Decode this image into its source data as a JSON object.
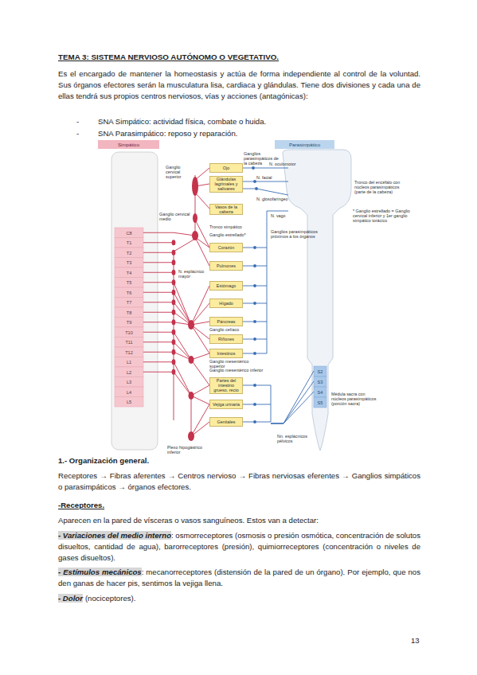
{
  "diagram": {
    "title": "TEMA 3: SISTEMA NERVIOSO AUTÓNOMO O VEGETATIVO.",
    "nodes": [
      {
        "text": [
          "Simpático"
        ]
      },
      {
        "text": [
          "Parasimpático"
        ]
      },
      {
        "text": [
          "Ojo"
        ]
      },
      {
        "text": [
          "Glándulas lagrimales y salivares"
        ]
      },
      {
        "text": [
          "Vasos de la cabeza"
        ]
      },
      {
        "text": [
          "Corazón"
        ]
      },
      {
        "text": [
          "Pulmones"
        ]
      },
      {
        "text": [
          "Estómago"
        ]
      },
      {
        "text": [
          "Hígado"
        ]
      },
      {
        "text": [
          "Páncreas"
        ]
      },
      {
        "text": [
          "Riñones"
        ]
      },
      {
        "text": [
          "Intestinos"
        ]
      },
      {
        "text": [
          "Partes del intestino grueso, recto"
        ]
      },
      {
        "text": [
          "Vejiga urinaria"
        ]
      },
      {
        "text": [
          "Genitales"
        ]
      }
    ],
    "labels": [
      "Es el encargado de mantener la homeostasis y actúa de forma independiente al control de la voluntad. Sus órganos efectores serán la musculatura lisa, cardiaca y glándulas. Tiene dos divisiones y cada una de ellas tendrá sus propios centros nerviosos, vías y acciones (antagónicas):",
      "-",
      "SNA Simpático: actividad física, combate o huida.",
      "-",
      "SNA Parasimpático: reposo y reparación.",
      "Ganglio cervical superior",
      "Ganglio cervical medio",
      "Tronco simpático",
      "Ganglio estrellado*",
      "N. esplácnico mayor",
      "Ganglio celíaco",
      "Ganglio mesentérico superior",
      "Ganglio mesentérico inferior",
      "Plexo hipogástrico inferior",
      "Ganglios parasimpáticos de la cabeza",
      "N. oculomotor",
      "N. facial",
      "N. glosofaríngeo",
      "N. vago",
      "Ganglios parasimpáticos próximos a los órganos",
      "Tronco del encéfalo con núcleos parasimpáticos (parte de la cabeza)",
      "* Ganglio estrellado = Ganglio cervical inferior y 1er ganglio simpático torácico",
      "Médula sacra con núcleos parasimpáticos (porción sacra)",
      "Nn. esplácnicos pélvicos",
      "C8",
      "T1",
      "T2",
      "T3",
      "T4",
      "T5",
      "T6",
      "T7",
      "T8",
      "T9",
      "T10",
      "T11",
      "T12",
      "L1",
      "L2",
      "L3",
      "L4",
      "L5",
      "S2",
      "S3",
      "S4",
      "S5",
      "1.- Organización general.",
      "Receptores → Fibras aferentes → Centros nervioso → Fibras nerviosas eferentes → Ganglios simpáticos o parasimpáticos → órganos efectores.",
      "-Receptores.",
      "Aparecen en la pared de vísceras o vasos sanguíneos. Estos van a detectar:",
      "- Variaciones del medio interno",
      ": osmorreceptores (osmosis o presión osmótica, concentración de solutos disueltos, cantidad de agua), barorreceptores (presión), quimiorreceptores (concentración o niveles de gases disueltos).",
      "- Estímulos mecánicos",
      ": mecanorreceptores (distensión de la pared de un órgano). Por ejemplo, que nos den ganas de hacer pis, sentimos la vejiga llena.",
      "- Dolor",
      "(nociceptores).",
      "13"
    ]
  }
}
